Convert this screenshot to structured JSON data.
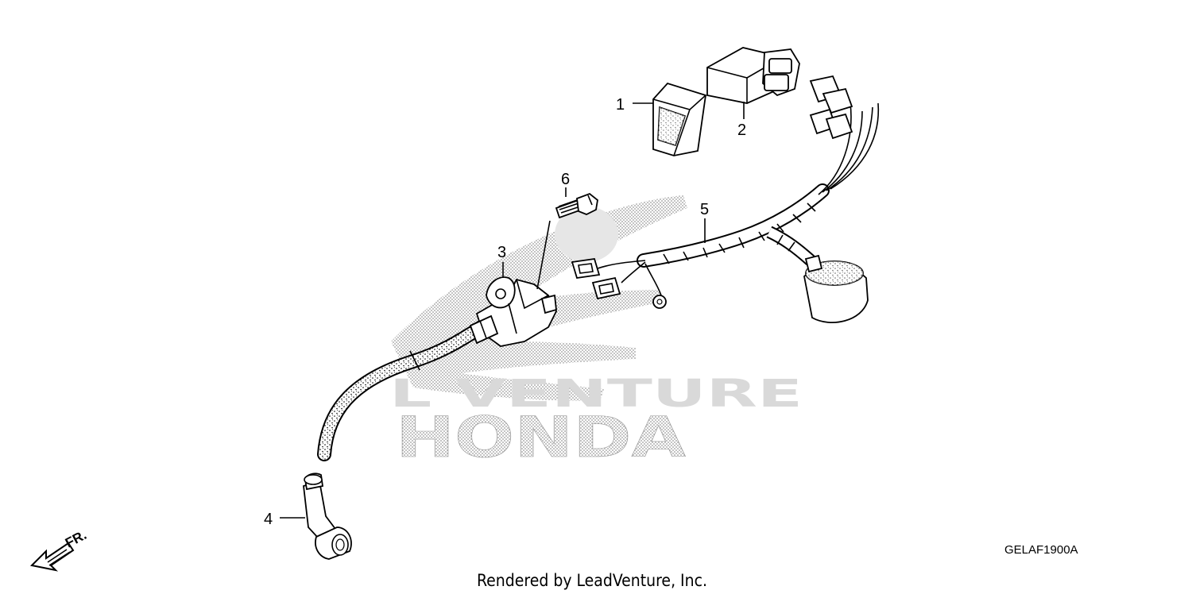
{
  "watermark": {
    "brand": "HONDA",
    "dealer_text": "L  VENTURE"
  },
  "callouts": [
    {
      "id": "1",
      "label": "1"
    },
    {
      "id": "2",
      "label": "2"
    },
    {
      "id": "3",
      "label": "3"
    },
    {
      "id": "4",
      "label": "4"
    },
    {
      "id": "5",
      "label": "5"
    },
    {
      "id": "6",
      "label": "6"
    }
  ],
  "front_indicator": {
    "label": "FR."
  },
  "diagram_code": "GELAF1900A",
  "footer": "Rendered by LeadVenture, Inc."
}
